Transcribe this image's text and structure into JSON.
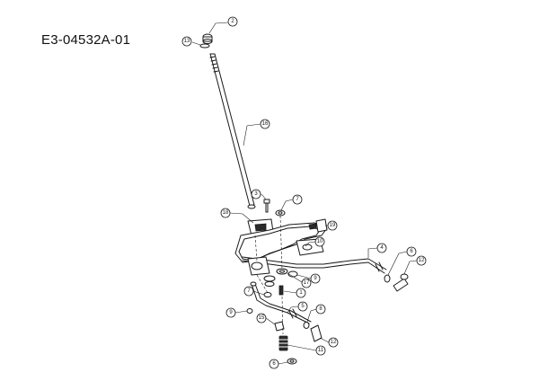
{
  "diagram": {
    "title": "E3-04532A-01"
  },
  "callouts": [
    {
      "id": "c2",
      "number": "2"
    },
    {
      "id": "c13",
      "number": "13"
    },
    {
      "id": "c16",
      "number": "16"
    },
    {
      "id": "c3",
      "number": "3"
    },
    {
      "id": "c7a",
      "number": "7"
    },
    {
      "id": "c18",
      "number": "18"
    },
    {
      "id": "c19",
      "number": "19"
    },
    {
      "id": "c10",
      "number": "10"
    },
    {
      "id": "c4",
      "number": "4"
    },
    {
      "id": "c6a",
      "number": "6"
    },
    {
      "id": "c12a",
      "number": "12"
    },
    {
      "id": "c9a",
      "number": "9"
    },
    {
      "id": "c17",
      "number": "17"
    },
    {
      "id": "c1",
      "number": "1"
    },
    {
      "id": "c7b",
      "number": "7"
    },
    {
      "id": "c5",
      "number": "5"
    },
    {
      "id": "c9b",
      "number": "9"
    },
    {
      "id": "c15",
      "number": "15"
    },
    {
      "id": "c8",
      "number": "8"
    },
    {
      "id": "c12b",
      "number": "12"
    },
    {
      "id": "c11",
      "number": "11"
    },
    {
      "id": "c6b",
      "number": "6"
    }
  ]
}
